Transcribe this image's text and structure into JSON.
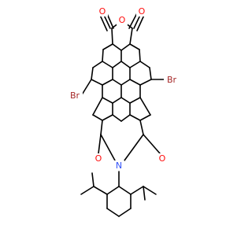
{
  "molecule": {
    "colors": {
      "bond": "#000000",
      "oxygen": "#ff0d0d",
      "nitrogen": "#3050f8",
      "bromine": "#a62929",
      "background": "#ffffff"
    },
    "atom_labels": {
      "o_anhydride_left": "O",
      "o_anhydride_ring": "O",
      "o_anhydride_right": "O",
      "br_right": "Br",
      "br_left": "Br",
      "o_imide_left": "O",
      "n_imide": "N",
      "o_imide_right": "O"
    }
  }
}
